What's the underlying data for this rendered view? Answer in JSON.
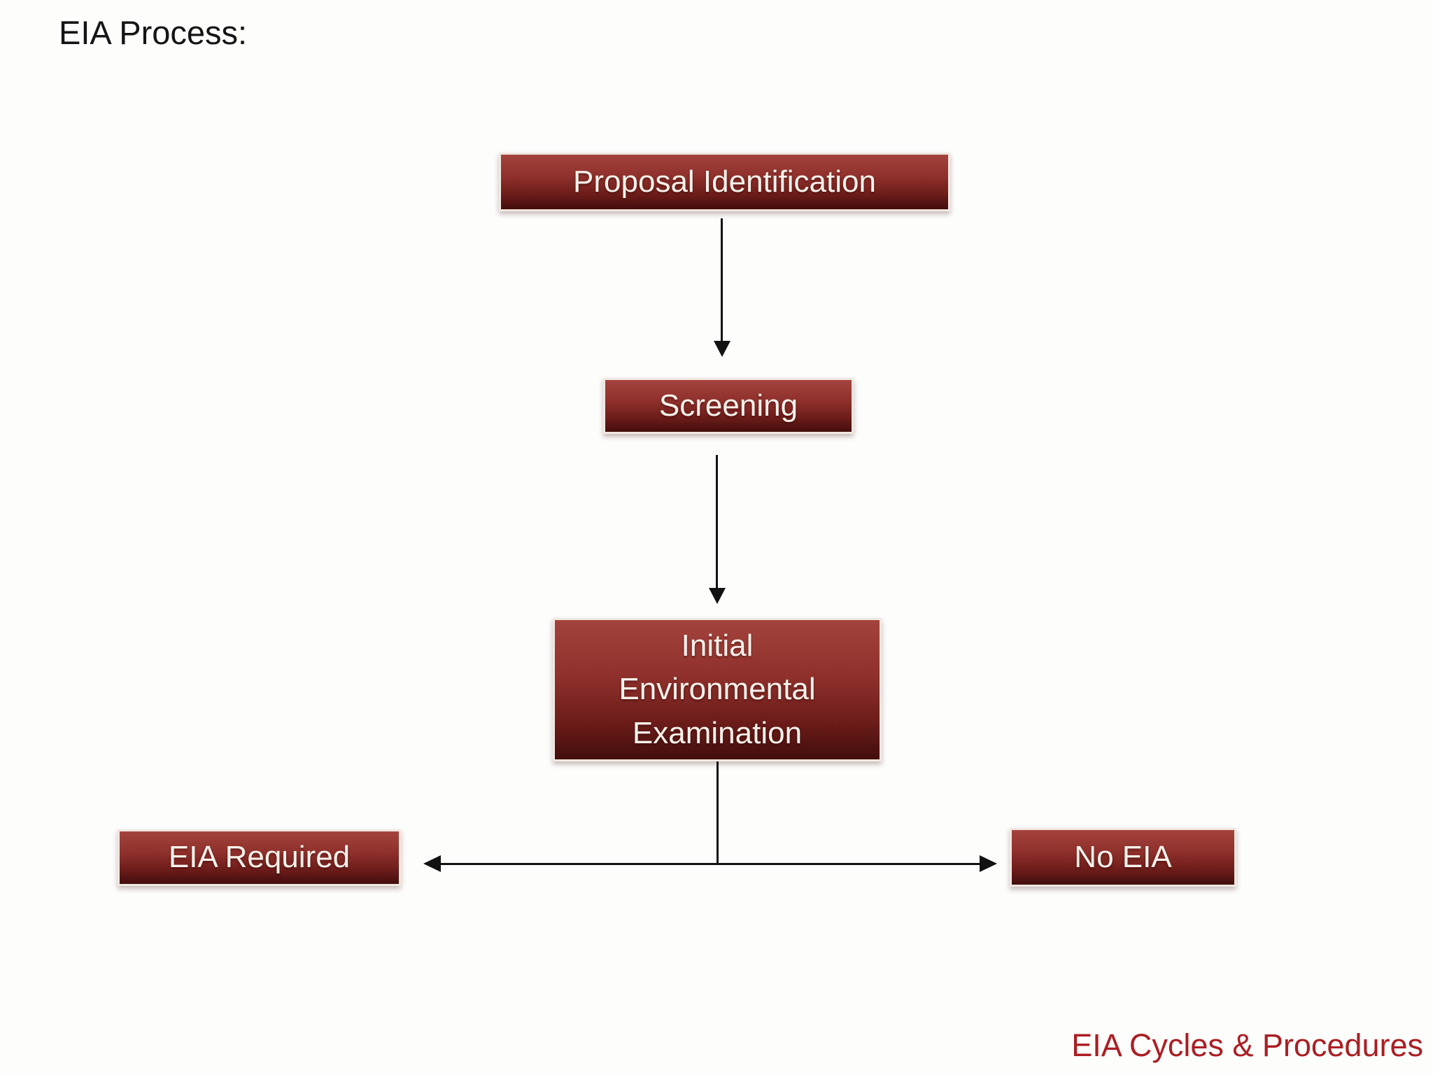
{
  "slide": {
    "title": "EIA Process:",
    "footer": "EIA Cycles & Procedures"
  },
  "flowchart": {
    "nodes": [
      {
        "id": "proposal-identification",
        "label": "Proposal Identification"
      },
      {
        "id": "screening",
        "label": "Screening"
      },
      {
        "id": "initial-environmental-examination",
        "label": "Initial Environmental Examination"
      },
      {
        "id": "eia-required",
        "label": "EIA Required"
      },
      {
        "id": "no-eia",
        "label": "No EIA"
      }
    ],
    "edges": [
      {
        "from": "proposal-identification",
        "to": "screening",
        "connector": "straight-down-arrow"
      },
      {
        "from": "screening",
        "to": "initial-environmental-examination",
        "connector": "straight-down-arrow"
      },
      {
        "from": "initial-environmental-examination",
        "to": "eia-required",
        "connector": "elbow-left-arrow"
      },
      {
        "from": "initial-environmental-examination",
        "to": "no-eia",
        "connector": "elbow-right-arrow"
      }
    ]
  },
  "colors": {
    "background": "#fdfdfc",
    "title-text": "#151515",
    "footer-text": "#ab1e23",
    "box-grad-top": "#a4433d",
    "box-grad-upper": "#8f302c",
    "box-grad-lower": "#6e1d1a",
    "box-grad-bottom": "#420e0d",
    "box-border": "#f0e8e1",
    "box-text": "#f8f1ea",
    "connector": "#121212"
  }
}
